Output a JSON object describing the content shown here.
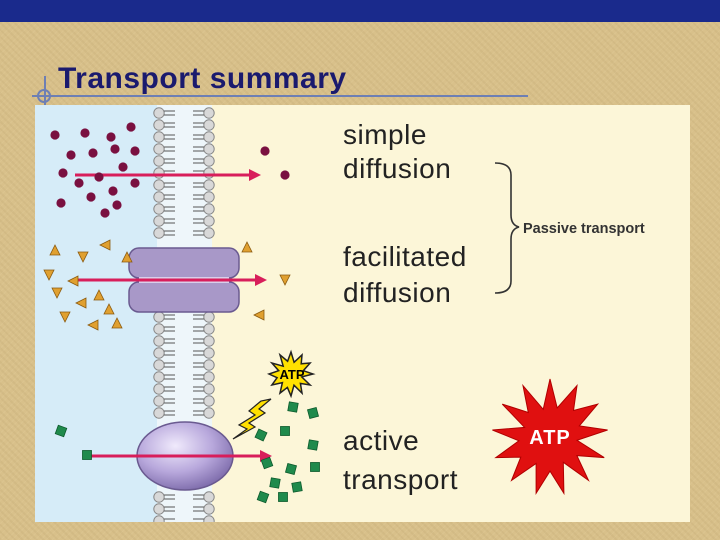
{
  "slide": {
    "title": "Transport summary"
  },
  "diagram": {
    "labels": {
      "simple_line1": "simple",
      "simple_line2": "diffusion",
      "facilitated_line1": "facilitated",
      "facilitated_line2": "diffusion",
      "active_line1": "active",
      "active_line2": "transport",
      "passive": "Passive transport",
      "atp_small": "ATP",
      "atp_big": "ATP"
    },
    "colors": {
      "topbar": "#1a2a8c",
      "title": "#1a1a6e",
      "outside_cell": "#d6ecf8",
      "inside_cell": "#fcf6d8",
      "arrow": "#d81e5b",
      "molecule_simple": "#7a1040",
      "molecule_facilitated": "#e0a030",
      "molecule_active": "#1f8a4c",
      "atp_burst": "#e01010",
      "atp_star": "#ffe000"
    }
  }
}
